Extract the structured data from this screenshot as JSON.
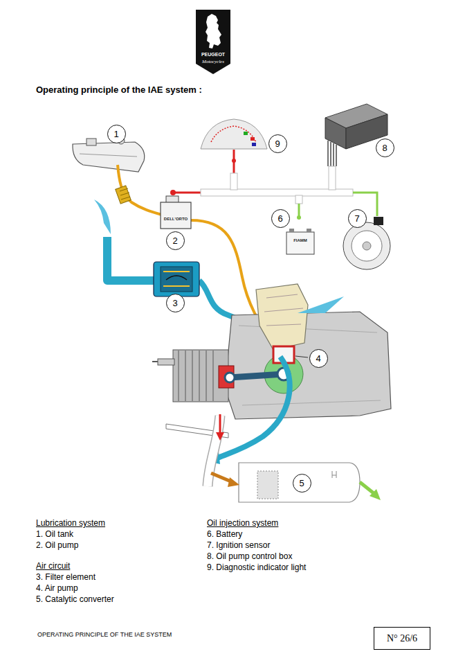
{
  "diagram": {
    "title": "Operating principle of the IAE system :",
    "nodes": [
      {
        "text": [
          "1"
        ]
      },
      {
        "text": [
          "9"
        ]
      },
      {
        "text": [
          "8"
        ]
      },
      {
        "text": [
          "6"
        ]
      },
      {
        "text": [
          "7"
        ]
      },
      {
        "text": [
          "2"
        ]
      },
      {
        "text": [
          "3"
        ]
      },
      {
        "text": [
          "4"
        ]
      },
      {
        "text": [
          "5"
        ]
      },
      {
        "text": [
          "N° 26/6"
        ]
      }
    ],
    "labels": [
      "PEUGEOT",
      "Motocycles",
      "DELL'ORTO",
      "FIAMM",
      "Lubrication system",
      "1. Oil tank",
      "2. Oil pump",
      "Air circuit",
      "3. Filter element",
      "4. Air pump",
      "5. Catalytic converter",
      "Oil injection system",
      "6. Battery",
      "7. Ignition sensor",
      "8. Oil pump control box",
      "9. Diagnostic indicator light",
      "OPERATING PRINCIPLE OF THE IAE SYSTEM"
    ]
  }
}
